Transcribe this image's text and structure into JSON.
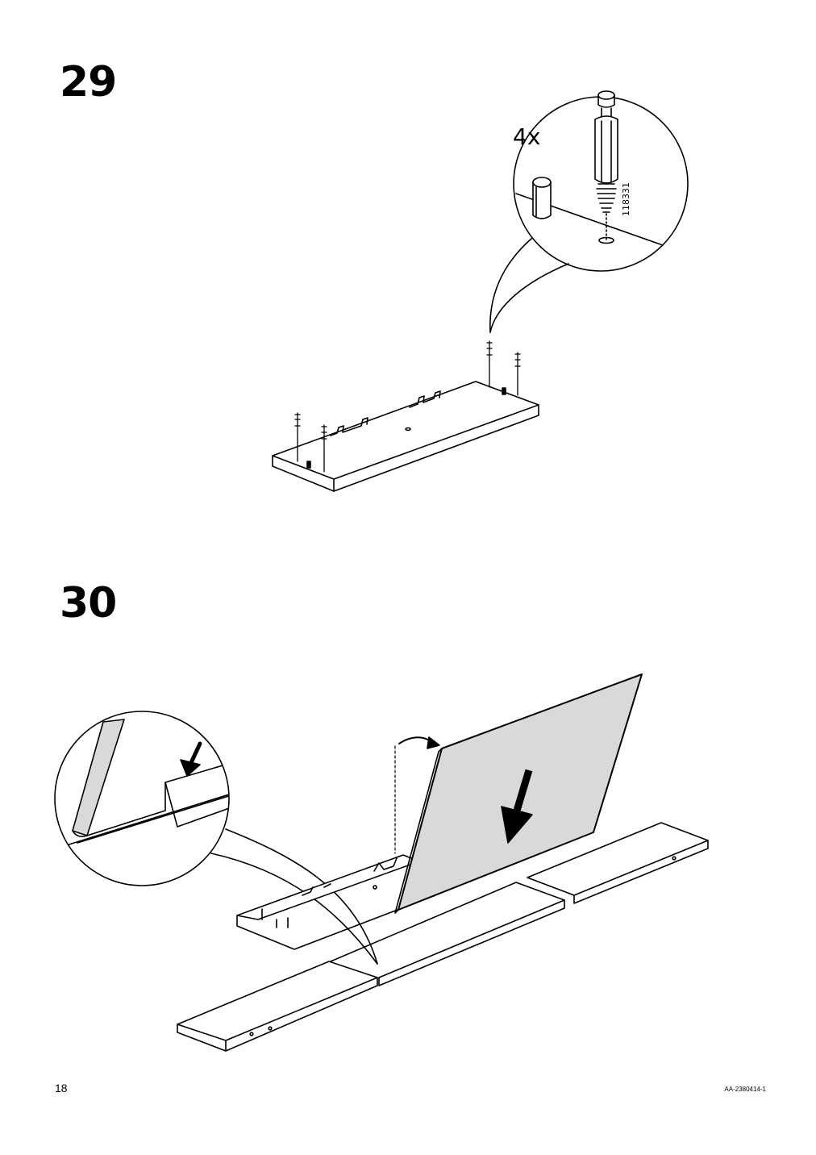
{
  "steps": [
    {
      "number": "29",
      "quantity": "4x",
      "part_number": "118331"
    },
    {
      "number": "30"
    }
  ],
  "footer": {
    "page_number": "18",
    "document_code": "AA-2380414-1"
  },
  "colors": {
    "line": "#000000",
    "panel_fill": "#d9d9d9",
    "background": "#ffffff"
  },
  "icons": [
    "cam-lock-dowel-icon",
    "wooden-dowel-icon",
    "down-arrow-icon",
    "rotate-arrow-icon"
  ]
}
